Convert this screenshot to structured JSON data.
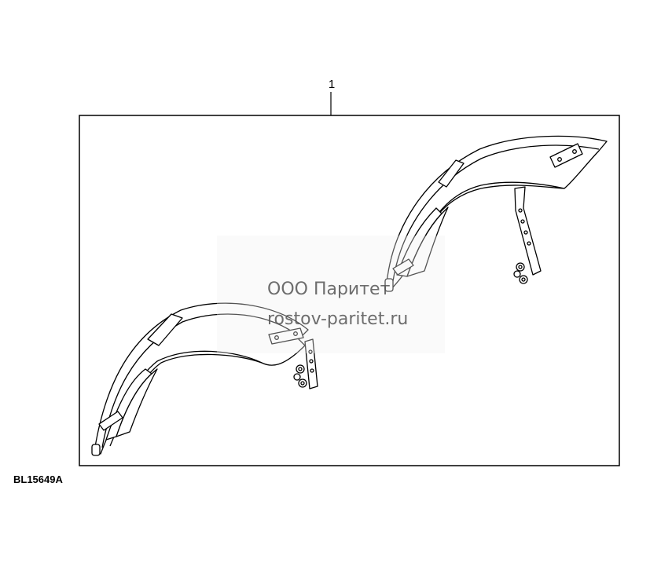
{
  "diagram": {
    "callout_number": "1",
    "figure_id": "BL15649A"
  },
  "watermark": {
    "line1": "ООО Паритет",
    "line2": "rostov-paritet.ru"
  },
  "colors": {
    "line": "#000000",
    "background": "#ffffff",
    "watermark": "#555555"
  }
}
